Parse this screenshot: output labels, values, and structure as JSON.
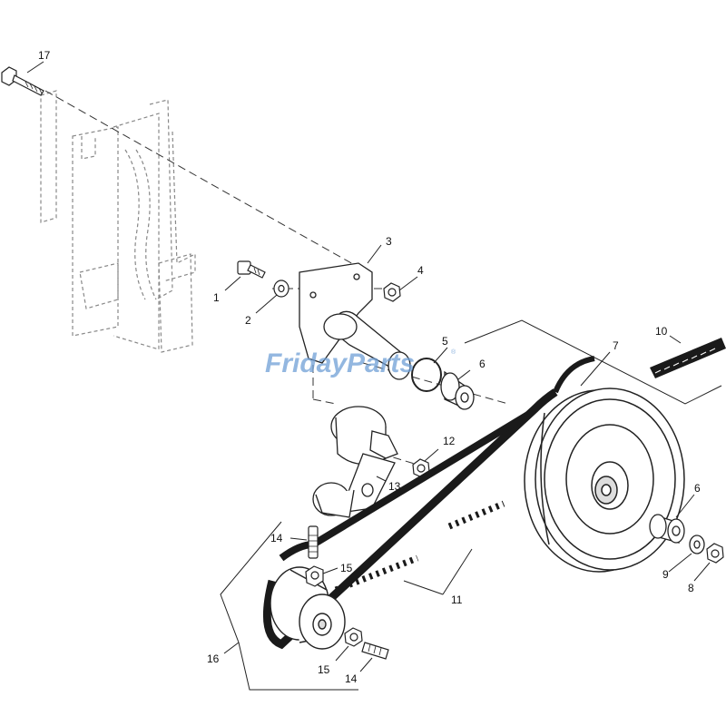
{
  "watermark": {
    "brand": "FridayParts",
    "registered": "®",
    "color": "#6f9fd6"
  },
  "callouts": {
    "c1": "1",
    "c2": "2",
    "c3": "3",
    "c4": "4",
    "c5": "5",
    "c6a": "6",
    "c6b": "6",
    "c7": "7",
    "c8": "8",
    "c9": "9",
    "c10": "10",
    "c11": "11",
    "c12": "12",
    "c13": "13",
    "c14a": "14",
    "c14b": "14",
    "c15a": "15",
    "c15b": "15",
    "c16": "16",
    "c17": "17"
  },
  "colors": {
    "line": "#222222",
    "belt": "#1a1a1a",
    "ghost": "#888888"
  }
}
